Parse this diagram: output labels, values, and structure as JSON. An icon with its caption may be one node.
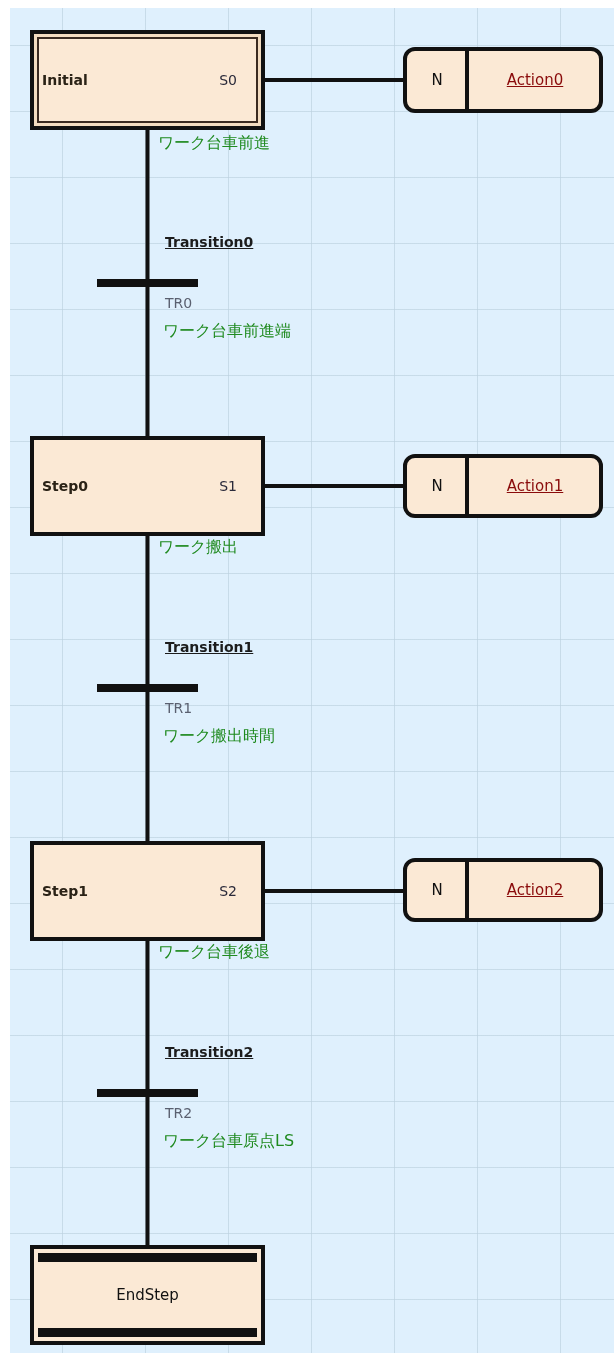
{
  "diagram": {
    "nodes": [
      {
        "text": [
          "Initial",
          "S0"
        ],
        "beside": [
          "ワーク台車前進"
        ]
      },
      {
        "text": [
          "N",
          "Action0"
        ]
      },
      {
        "text": [
          "Transition0",
          "TR0",
          "ワーク台車前進端"
        ]
      },
      {
        "text": [
          "Step0",
          "S1"
        ],
        "beside": [
          "ワーク搬出"
        ]
      },
      {
        "text": [
          "N",
          "Action1"
        ]
      },
      {
        "text": [
          "Transition1",
          "TR1",
          "ワーク搬出時間"
        ]
      },
      {
        "text": [
          "Step1",
          "S2"
        ],
        "beside": [
          "ワーク台車後退"
        ]
      },
      {
        "text": [
          "N",
          "Action2"
        ]
      },
      {
        "text": [
          "Transition2",
          "TR2",
          "ワーク台車原点LS"
        ]
      },
      {
        "text": [
          "EndStep"
        ]
      }
    ],
    "edges": [
      {
        "from": 0,
        "to": 1,
        "arrow": "none"
      },
      {
        "from": 0,
        "to": 2,
        "arrow": "none"
      },
      {
        "from": 2,
        "to": 3,
        "arrow": "none"
      },
      {
        "from": 3,
        "to": 4,
        "arrow": "none"
      },
      {
        "from": 3,
        "to": 5,
        "arrow": "none"
      },
      {
        "from": 5,
        "to": 6,
        "arrow": "none"
      },
      {
        "from": 6,
        "to": 7,
        "arrow": "none"
      },
      {
        "from": 6,
        "to": 8,
        "arrow": "none"
      },
      {
        "from": 8,
        "to": 9,
        "arrow": "none"
      }
    ]
  }
}
